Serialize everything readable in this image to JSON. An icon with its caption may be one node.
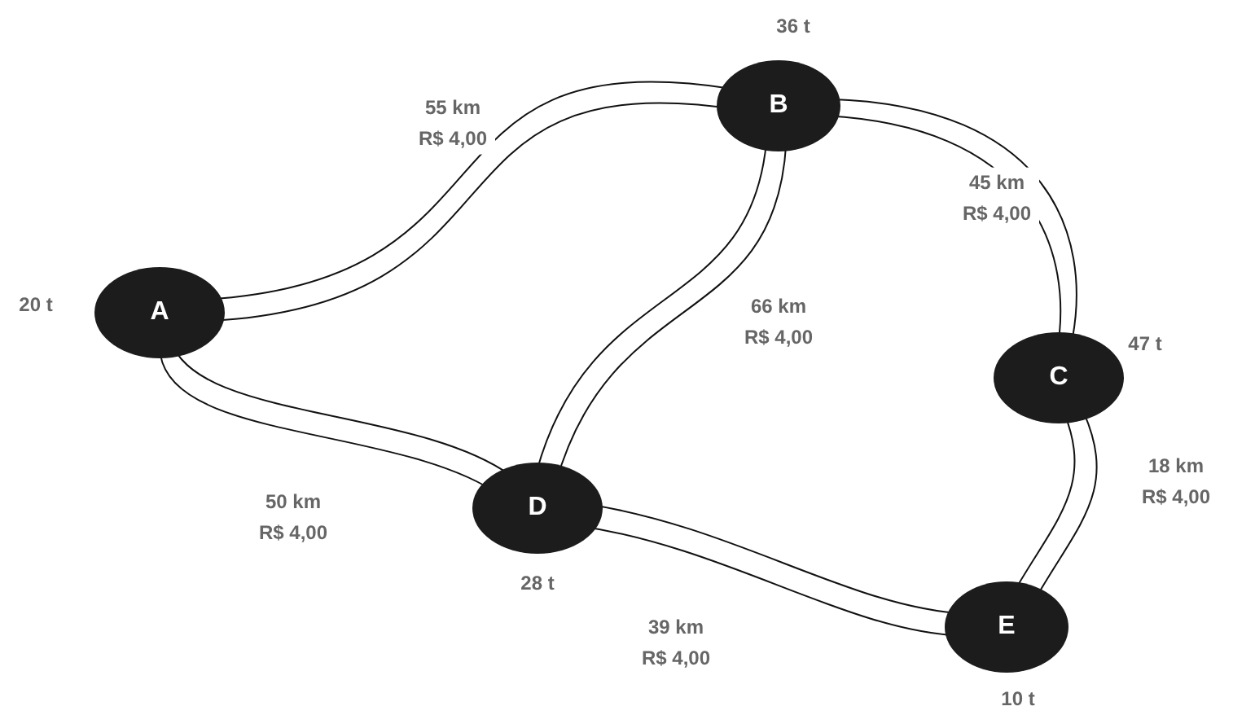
{
  "diagram": {
    "nodes": [
      {
        "text": [
          "A"
        ],
        "beside": [
          "20 t"
        ]
      },
      {
        "text": [
          "B"
        ],
        "beside": [
          "36 t"
        ]
      },
      {
        "text": [
          "C"
        ],
        "beside": [
          "47 t"
        ]
      },
      {
        "text": [
          "D"
        ],
        "beside": [
          "28 t"
        ]
      },
      {
        "text": [
          "E"
        ],
        "beside": [
          "10 t"
        ]
      }
    ],
    "edges": [
      {
        "from": 0,
        "to": 1,
        "arrow": "none",
        "label": "55 km R$ 4,00"
      },
      {
        "from": 1,
        "to": 2,
        "arrow": "none",
        "label": "45 km R$ 4,00"
      },
      {
        "from": 1,
        "to": 3,
        "arrow": "none",
        "label": "66 km R$ 4,00"
      },
      {
        "from": 0,
        "to": 3,
        "arrow": "none",
        "label": "50 km R$ 4,00"
      },
      {
        "from": 2,
        "to": 4,
        "arrow": "none",
        "label": "18 km R$ 4,00"
      },
      {
        "from": 3,
        "to": 4,
        "arrow": "none",
        "label": "39 km R$ 4,00"
      }
    ]
  }
}
